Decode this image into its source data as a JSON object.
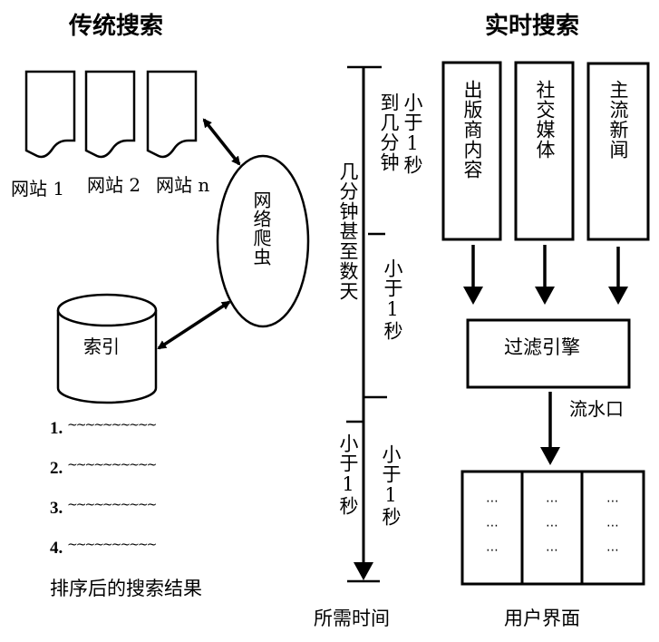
{
  "traditional": {
    "title": "传统搜索",
    "websites": [
      "网站 1",
      "网站 2",
      "网站 n"
    ],
    "crawler": "网络爬虫",
    "index": "索引",
    "results": [
      {
        "num": "1.",
        "text": "~~~~~~~~~~"
      },
      {
        "num": "2.",
        "text": "~~~~~~~~~~"
      },
      {
        "num": "3.",
        "text": "~~~~~~~~~~"
      },
      {
        "num": "4.",
        "text": "~~~~~~~~~~"
      }
    ],
    "results_caption": "排序后的搜索结果"
  },
  "timeline": {
    "left_top": "几分钟甚至数天",
    "left_bottom": "小于1秒",
    "right_1a": "小于1秒",
    "right_1b": "到几分钟",
    "right_2": "小于1秒",
    "right_3": "小于1秒",
    "caption": "所需时间"
  },
  "realtime": {
    "title": "实时搜索",
    "sources": [
      "出版商内容",
      "社交媒体",
      "主流新闻"
    ],
    "filter": "过滤引擎",
    "stream_label": "流水口",
    "ui_cell": "⋯",
    "caption": "用户界面"
  }
}
